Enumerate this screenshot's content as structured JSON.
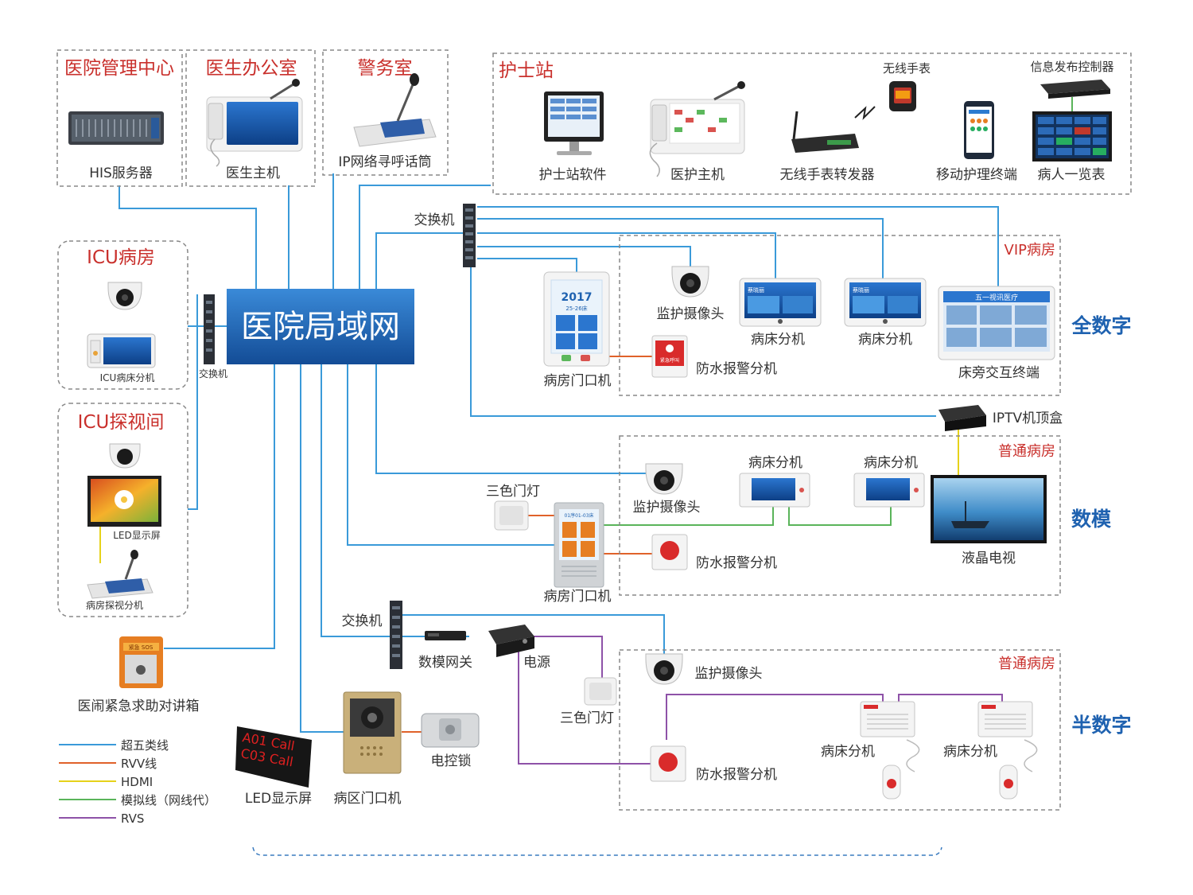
{
  "zones": {
    "hospital_center": "医院管理中心",
    "doctor_office": "医生办公室",
    "police_room": "警务室",
    "nurse_station": "护士站",
    "icu_ward": "ICU病房",
    "icu_visit": "ICU探视间",
    "vip_ward": "VIP病房",
    "normal_ward_1": "普通病房",
    "normal_ward_2": "普通病房"
  },
  "devices": {
    "his_server": "HIS服务器",
    "doctor_host": "医生主机",
    "ip_mic": "IP网络寻呼话筒",
    "nurse_software": "护士站软件",
    "nurse_host": "医护主机",
    "wireless_watch": "无线手表",
    "watch_relay": "无线手表转发器",
    "mobile_terminal": "移动护理终端",
    "info_controller": "信息发布控制器",
    "patient_list": "病人一览表",
    "switch_top": "交换机",
    "switch_left": "交换机",
    "switch_bottom": "交换机",
    "lan": "医院局域网",
    "icu_bed": "ICU病床分机",
    "led_screen_icu": "LED显示屏",
    "visit_ext": "病房探视分机",
    "emergency_box": "医闹紧急求助对讲箱",
    "camera_vip": "监护摄像头",
    "bed_ext_vip1": "病床分机",
    "bed_ext_vip2": "病床分机",
    "bedside_terminal": "床旁交互终端",
    "door_vip": "病房门口机",
    "alarm_vip": "防水报警分机",
    "iptv": "IPTV机顶盒",
    "door_light_mid": "三色门灯",
    "camera_mid": "监护摄像头",
    "bed_ext_mid1": "病床分机",
    "bed_ext_mid2": "病床分机",
    "lcd_tv": "液晶电视",
    "door_mid": "病房门口机",
    "alarm_mid": "防水报警分机",
    "gateway": "数模网关",
    "power": "电源",
    "door_light_bot": "三色门灯",
    "camera_bot": "监护摄像头",
    "bed_ext_bot1": "病床分机",
    "bed_ext_bot2": "病床分机",
    "alarm_bot": "防水报警分机",
    "led_display": "LED显示屏",
    "area_door": "病区门口机",
    "lock": "电控锁"
  },
  "screen_text": {
    "door_vip_year": "2017",
    "door_vip_date": "25-26床",
    "door_mid_room": "01序01-03床",
    "led_line1": "A01 Call",
    "led_line2": "C03 Call",
    "alarm_vip_label": "紧急呼叫",
    "emergency_label": "紧急 SOS",
    "bedside_title": "五一视讯医疗",
    "bed_screen_name": "蔡晓丽"
  },
  "categories": {
    "full_digital": "全数字",
    "analog": "数模",
    "semi_digital": "半数字"
  },
  "legend": [
    {
      "label": "超五类线",
      "color": "#3a9ad9"
    },
    {
      "label": "RVV线",
      "color": "#e0622a"
    },
    {
      "label": "HDMI",
      "color": "#e6d21a"
    },
    {
      "label": "模拟线（网线代）",
      "color": "#5ab45a"
    },
    {
      "label": "RVS",
      "color": "#8e52a8"
    }
  ],
  "colors": {
    "accent_red": "#c9302c",
    "accent_blue": "#1f62b0",
    "lan_gradient_top": "#2f7fd0",
    "lan_gradient_bottom": "#134c96"
  }
}
